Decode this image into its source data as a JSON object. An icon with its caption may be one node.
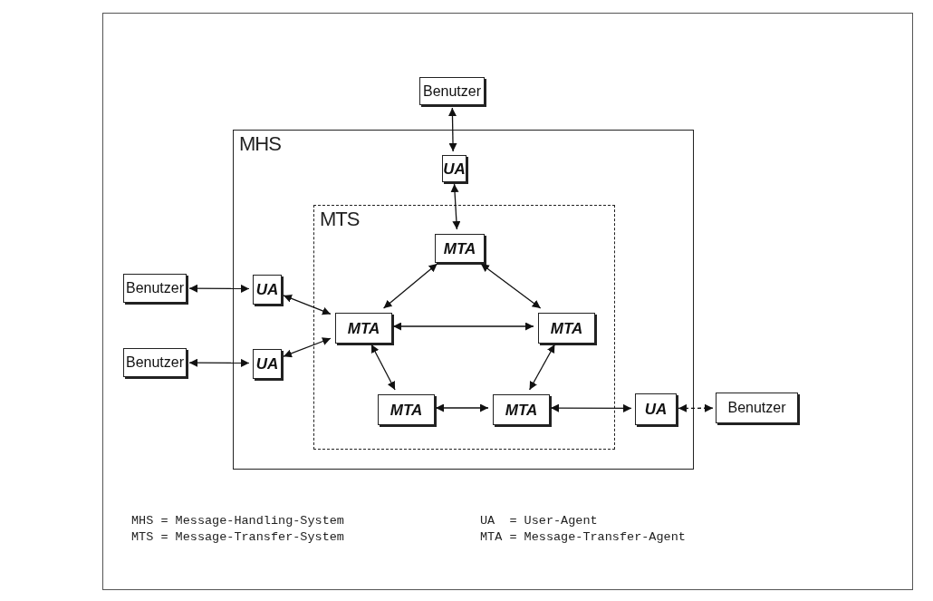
{
  "diagram": {
    "nodes": [
      {
        "text": [
          "MHS"
        ]
      },
      {
        "text": [
          "MTS"
        ],
        "in": 0
      },
      {
        "text": [
          "Benutzer"
        ]
      },
      {
        "text": [
          "UA"
        ],
        "in": 0
      },
      {
        "text": [
          "MTA"
        ],
        "in": 1
      },
      {
        "text": [
          "Benutzer"
        ]
      },
      {
        "text": [
          "UA"
        ],
        "in": 0
      },
      {
        "text": [
          "Benutzer"
        ]
      },
      {
        "text": [
          "UA"
        ],
        "in": 0
      },
      {
        "text": [
          "MTA"
        ],
        "in": 1
      },
      {
        "text": [
          "MTA"
        ],
        "in": 1
      },
      {
        "text": [
          "MTA"
        ],
        "in": 1
      },
      {
        "text": [
          "MTA"
        ],
        "in": 1
      },
      {
        "text": [
          "UA"
        ],
        "in": 0
      },
      {
        "text": [
          "Benutzer"
        ]
      }
    ],
    "edges": [
      {
        "from": 2,
        "to": 3,
        "arrow": "both"
      },
      {
        "from": 3,
        "to": 4,
        "arrow": "both"
      },
      {
        "from": 5,
        "to": 6,
        "arrow": "both"
      },
      {
        "from": 7,
        "to": 8,
        "arrow": "both"
      },
      {
        "from": 6,
        "to": 9,
        "arrow": "both"
      },
      {
        "from": 8,
        "to": 9,
        "arrow": "both"
      },
      {
        "from": 4,
        "to": 9,
        "arrow": "both"
      },
      {
        "from": 4,
        "to": 10,
        "arrow": "both"
      },
      {
        "from": 9,
        "to": 10,
        "arrow": "both"
      },
      {
        "from": 9,
        "to": 11,
        "arrow": "both"
      },
      {
        "from": 10,
        "to": 12,
        "arrow": "both"
      },
      {
        "from": 11,
        "to": 12,
        "arrow": "both"
      },
      {
        "from": 12,
        "to": 13,
        "arrow": "both"
      },
      {
        "from": 13,
        "to": 14,
        "arrow": "both",
        "style": "dashed"
      }
    ],
    "labels": [
      "MHS = Message-Handling-System",
      "UA  = User-Agent",
      "MTS = Message-Transfer-System",
      "MTA = Message-Transfer-Agent"
    ]
  }
}
